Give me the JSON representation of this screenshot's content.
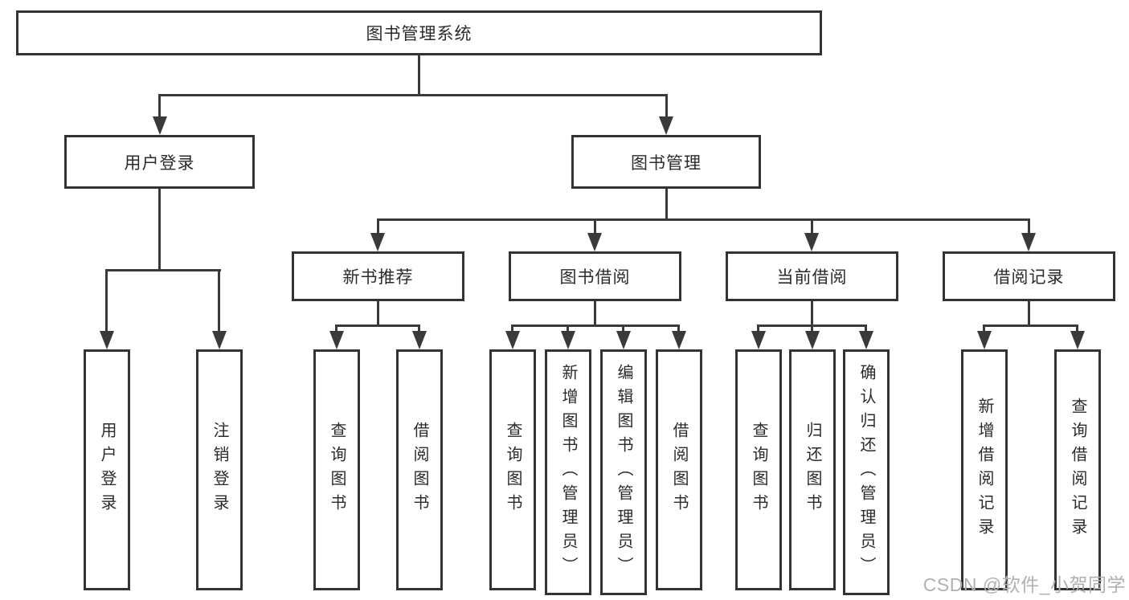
{
  "diagram": {
    "root": {
      "label": "图书管理系统"
    },
    "branches": [
      {
        "label": "用户登录",
        "children": [
          {
            "label": "用户登录"
          },
          {
            "label": "注销登录"
          }
        ]
      },
      {
        "label": "图书管理",
        "children": [
          {
            "label": "新书推荐",
            "children": [
              {
                "label": "查询图书"
              },
              {
                "label": "借阅图书"
              }
            ]
          },
          {
            "label": "图书借阅",
            "children": [
              {
                "label": "查询图书"
              },
              {
                "label": "新增图书（管理员）"
              },
              {
                "label": "编辑图书（管理员）"
              },
              {
                "label": "借阅图书"
              }
            ]
          },
          {
            "label": "当前借阅",
            "children": [
              {
                "label": "查询图书"
              },
              {
                "label": "归还图书"
              },
              {
                "label": "确认归还（管理员）"
              }
            ]
          },
          {
            "label": "借阅记录",
            "children": [
              {
                "label": "新增借阅记录"
              },
              {
                "label": "查询借阅记录"
              }
            ]
          }
        ]
      }
    ]
  },
  "watermark": {
    "text": "CSDN @软件_小贺同学"
  },
  "colors": {
    "line": "#3a3a3a",
    "box_border": "#333333",
    "text": "#2b2b2b",
    "background": "#ffffff",
    "watermark": "#b0b0b0"
  }
}
